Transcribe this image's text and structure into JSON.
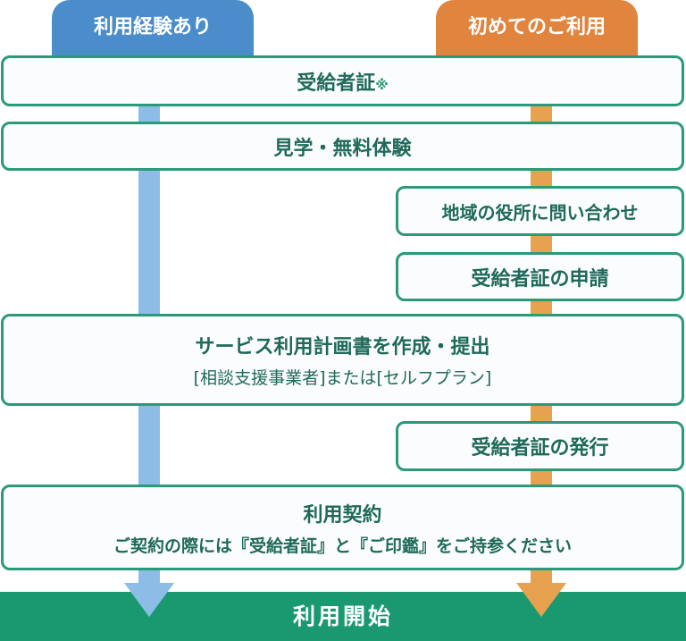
{
  "tabs": {
    "experienced": "利用経験あり",
    "first_time": "初めてのご利用"
  },
  "steps": {
    "certificate": "受給者証",
    "certificate_mark": "※",
    "tour": "見学・無料体験",
    "inquiry": "地域の役所に問い合わせ",
    "apply": "受給者証の申請",
    "plan_title": "サービス利用計画書を作成・提出",
    "plan_sub": "[相談支援事業者]または[セルフプラン]",
    "issue": "受給者証の発行",
    "contract_title": "利用契約",
    "contract_sub": "ご契約の際には『受給者証』と『ご印鑑』をご持参ください"
  },
  "end": "利用開始",
  "colors": {
    "blue": "#4a8dca",
    "orange": "#e0843e",
    "green": "#1a9970"
  }
}
